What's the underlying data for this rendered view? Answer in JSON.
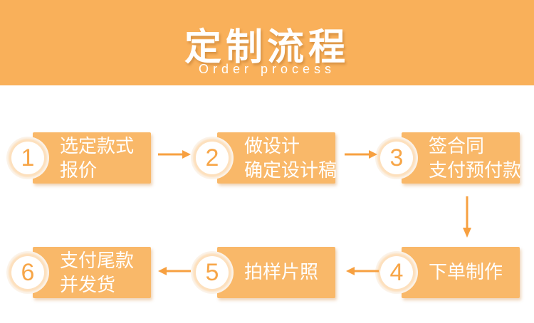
{
  "header": {
    "title": "定制流程",
    "subtitle": "Order process"
  },
  "steps": [
    {
      "number": "1",
      "lines": [
        "选定款式",
        "报价"
      ]
    },
    {
      "number": "2",
      "lines": [
        "做设计",
        "确定设计稿"
      ]
    },
    {
      "number": "3",
      "lines": [
        "签合同",
        "支付预付款"
      ]
    },
    {
      "number": "4",
      "lines": [
        "下单制作"
      ]
    },
    {
      "number": "5",
      "lines": [
        "拍样片照"
      ]
    },
    {
      "number": "6",
      "lines": [
        "支付尾款",
        "并发货"
      ]
    }
  ],
  "colors": {
    "banner": "#f9b05a",
    "step_box": "#f9b869",
    "number": "#f7a648",
    "arrow": "#f7a040"
  }
}
